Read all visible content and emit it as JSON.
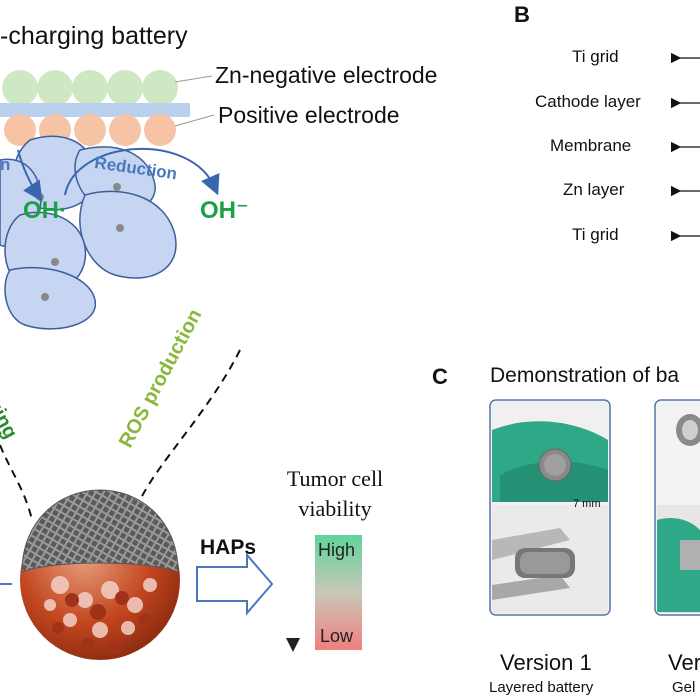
{
  "panel_a": {
    "title": "-charging battery",
    "zn_negative_label": "Zn-negative electrode",
    "positive_label": "Positive electrode",
    "oxidation_fragment": "n",
    "reduction_label": "Reduction",
    "oh_radical": "OH·",
    "oh_ion": "OH⁻",
    "ros_label": "ROS production",
    "charging_fragment": "nging",
    "haps_label": "HAPs",
    "viability_title": "Tumor cell viability",
    "viability_high": "High",
    "viability_low": "Low",
    "colors": {
      "zn_layer": "#cfe8c4",
      "positive_layer": "#f6c4a4",
      "separator": "#b9cfee",
      "cells": "#c6d5f1",
      "green_text": "#1aa045",
      "blue_text": "#4a78c0",
      "high": "#5fd49a",
      "low": "#f07f7f"
    }
  },
  "panel_b": {
    "letter": "B",
    "layers": [
      "Ti grid",
      "Cathode layer",
      "Membrane",
      "Zn layer",
      "Ti grid"
    ]
  },
  "panel_c": {
    "letter": "C",
    "title": "Demonstration of ba",
    "scale_bar": "7 mm",
    "version1": "Version 1",
    "version1_sub": "Layered battery",
    "version2": "Ver",
    "version2_sub": "Gel"
  }
}
